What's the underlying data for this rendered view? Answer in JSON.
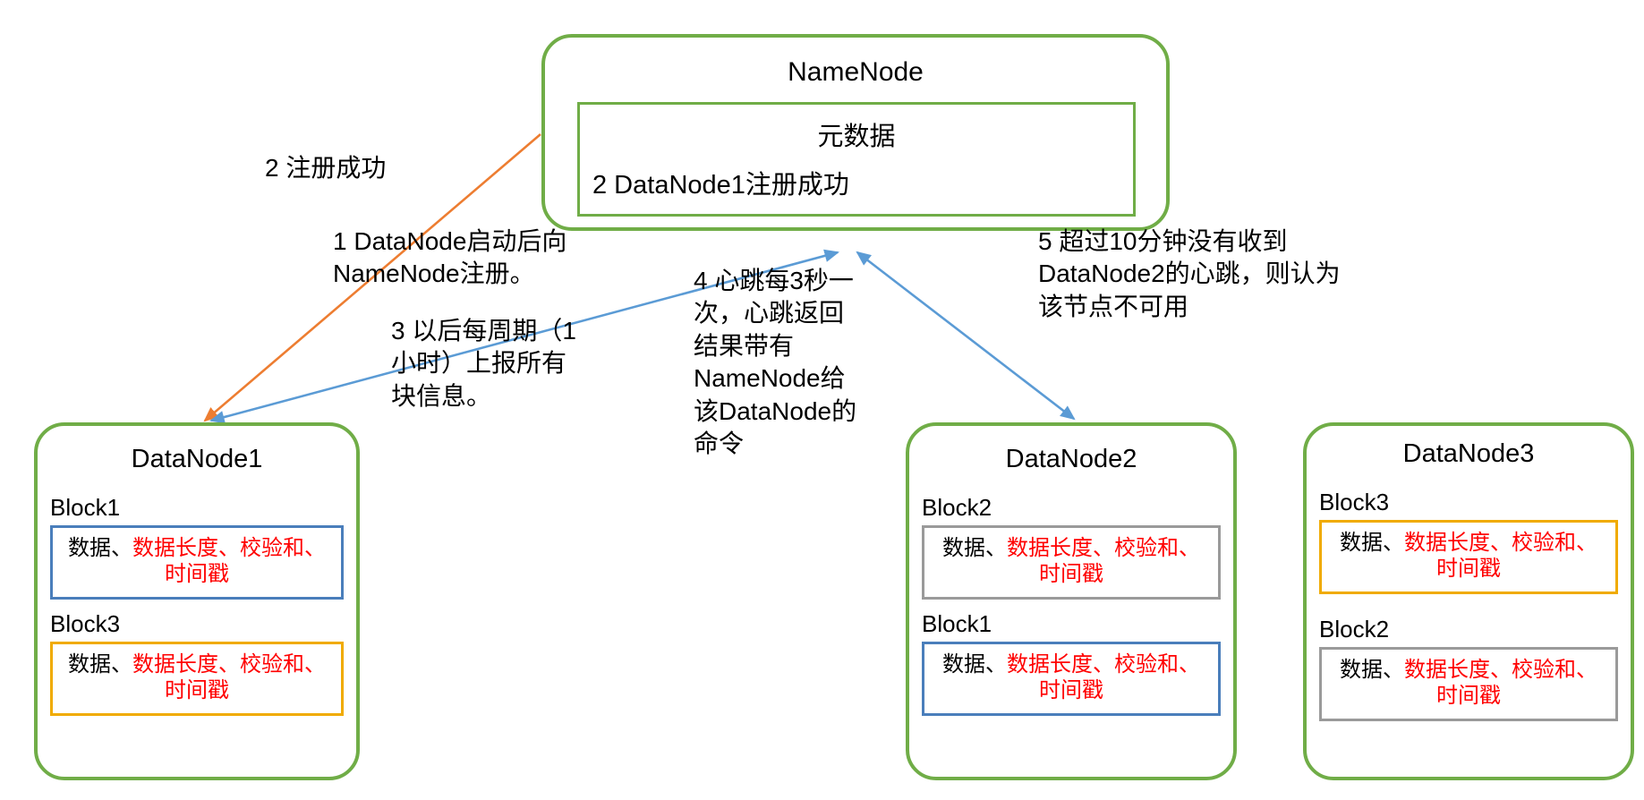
{
  "diagram": {
    "title": "HDFS DataNode 工作机制",
    "colors": {
      "node_border_green": "#70AD47",
      "block_blue": "#4A7EBB",
      "block_orange": "#F0AB00",
      "block_gray": "#9A9A9A",
      "text_red": "#FF0000",
      "arrow_blue": "#5B9BD5",
      "arrow_orange": "#ED7D31"
    }
  },
  "namenode": {
    "title": "NameNode",
    "metadata_title": "元数据",
    "metadata_entry": "2 DataNode1注册成功"
  },
  "datanodes": [
    {
      "title": "DataNode1",
      "blocks": [
        {
          "label": "Block1",
          "border_color_name": "block_blue",
          "text_black": "数据、",
          "text_red": "数据长度、校验和、时间戳"
        },
        {
          "label": "Block3",
          "border_color_name": "block_orange",
          "text_black": "数据、",
          "text_red": "数据长度、校验和、时间戳"
        }
      ]
    },
    {
      "title": "DataNode2",
      "blocks": [
        {
          "label": "Block2",
          "border_color_name": "block_gray",
          "text_black": "数据、",
          "text_red": "数据长度、校验和、时间戳"
        },
        {
          "label": "Block1",
          "border_color_name": "block_blue",
          "text_black": "数据、",
          "text_red": "数据长度、校验和、时间戳"
        }
      ]
    },
    {
      "title": "DataNode3",
      "blocks": [
        {
          "label": "Block3",
          "border_color_name": "block_orange",
          "text_black": "数据、",
          "text_red": "数据长度、校验和、时间戳"
        },
        {
          "label": "Block2",
          "border_color_name": "block_gray",
          "text_black": "数据、",
          "text_red": "数据长度、校验和、时间戳"
        }
      ]
    }
  ],
  "annotations": {
    "step2_register": "2 注册成功",
    "step1_startup": "1 DataNode启动后向NameNode注册。",
    "step3_period": "3 以后每周期（1小时）上报所有块信息。",
    "step4_heartbeat": "4 心跳每3秒一次，心跳返回结果带有NameNode给该DataNode的命令",
    "step5_timeout": "5 超过10分钟没有收到DataNode2的心跳，则认为该节点不可用"
  }
}
